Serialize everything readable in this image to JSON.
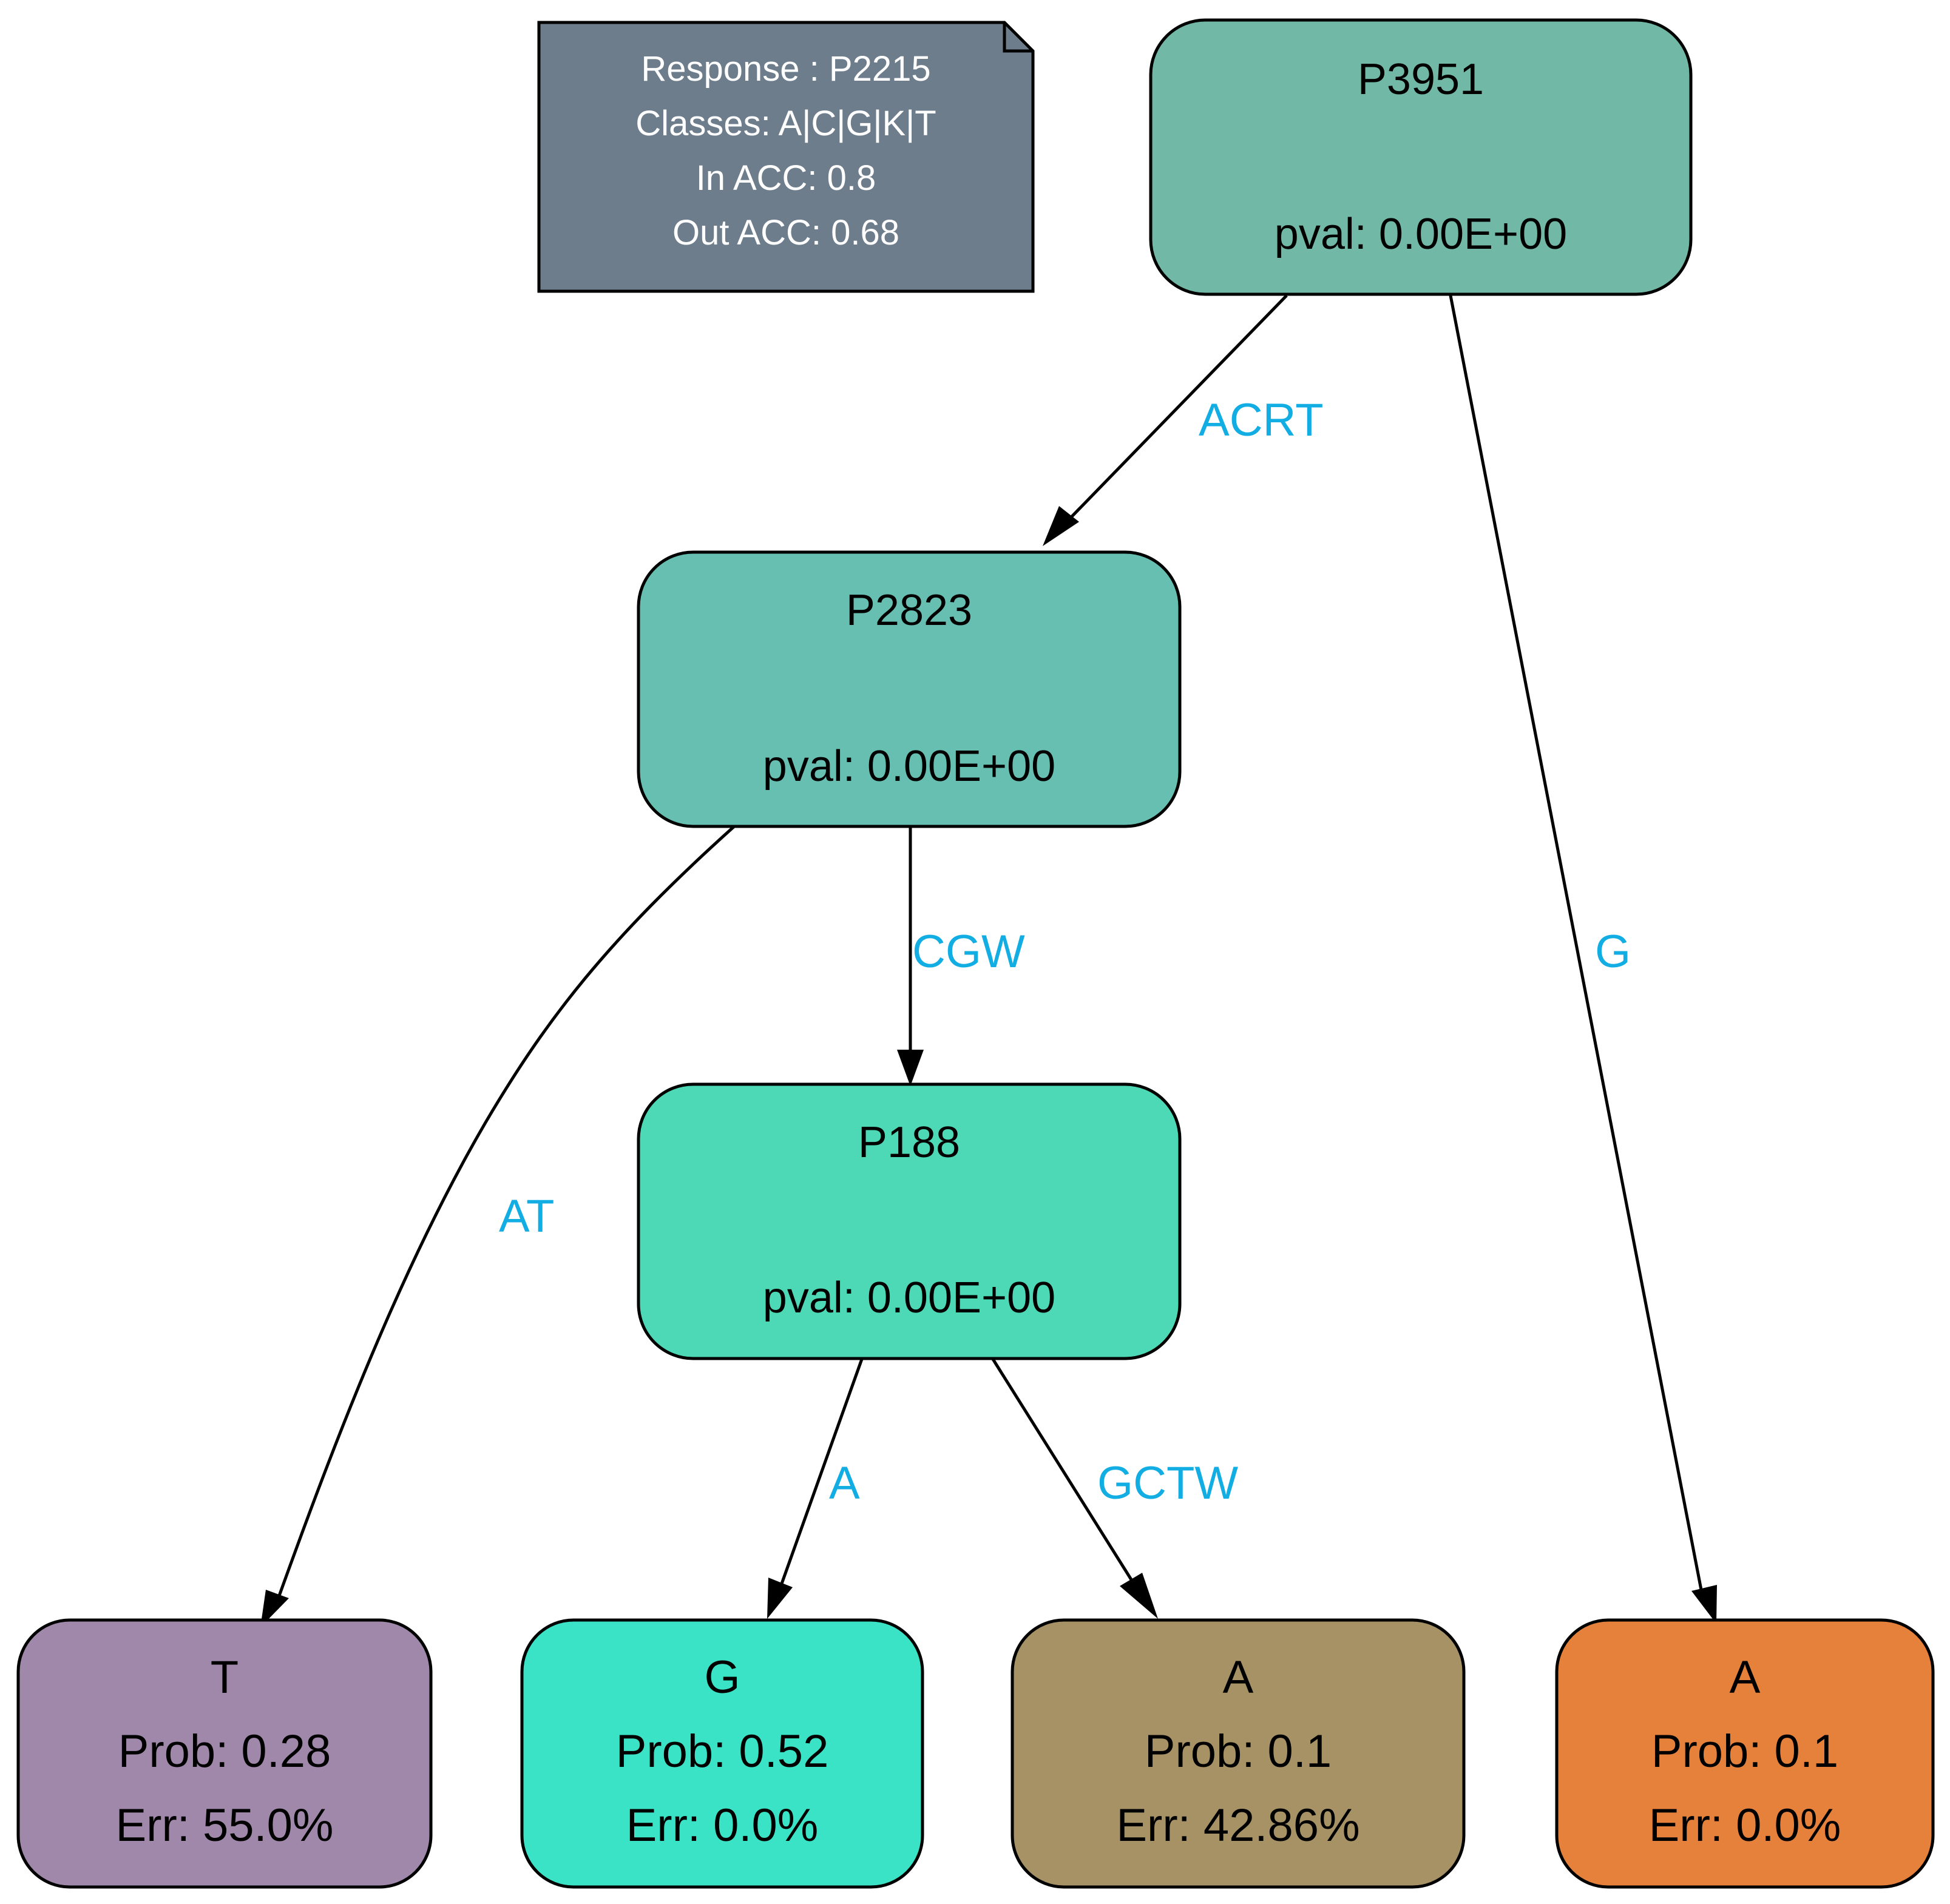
{
  "note": {
    "lines": [
      "Response : P2215",
      "Classes: A|C|G|K|T",
      "In ACC: 0.8",
      "Out ACC: 0.68"
    ],
    "color": "#6e7d8c"
  },
  "nodes": {
    "p3951": {
      "title": "P3951",
      "pval": "pval: 0.00E+00",
      "color": "#71b8a6"
    },
    "p2823": {
      "title": "P2823",
      "pval": "pval: 0.00E+00",
      "color": "#67bfb2"
    },
    "p188": {
      "title": "P188",
      "pval": "pval: 0.00E+00",
      "color": "#4dd9b6"
    }
  },
  "leaves": {
    "t": {
      "class": "T",
      "prob": "Prob: 0.28",
      "err": "Err: 55.0%",
      "color": "#a088aa"
    },
    "g": {
      "class": "G",
      "prob": "Prob: 0.52",
      "err": "Err: 0.0%",
      "color": "#3be3c6"
    },
    "a1": {
      "class": "A",
      "prob": "Prob: 0.1",
      "err": "Err: 42.86%",
      "color": "#a69265"
    },
    "a2": {
      "class": "A",
      "prob": "Prob: 0.1",
      "err": "Err: 0.0%",
      "color": "#e5813b"
    }
  },
  "edges": {
    "acrt": "ACRT",
    "g": "G",
    "at": "AT",
    "cgw": "CGW",
    "a": "A",
    "gctw": "GCTW"
  },
  "edge_label_color": "#12ade3"
}
